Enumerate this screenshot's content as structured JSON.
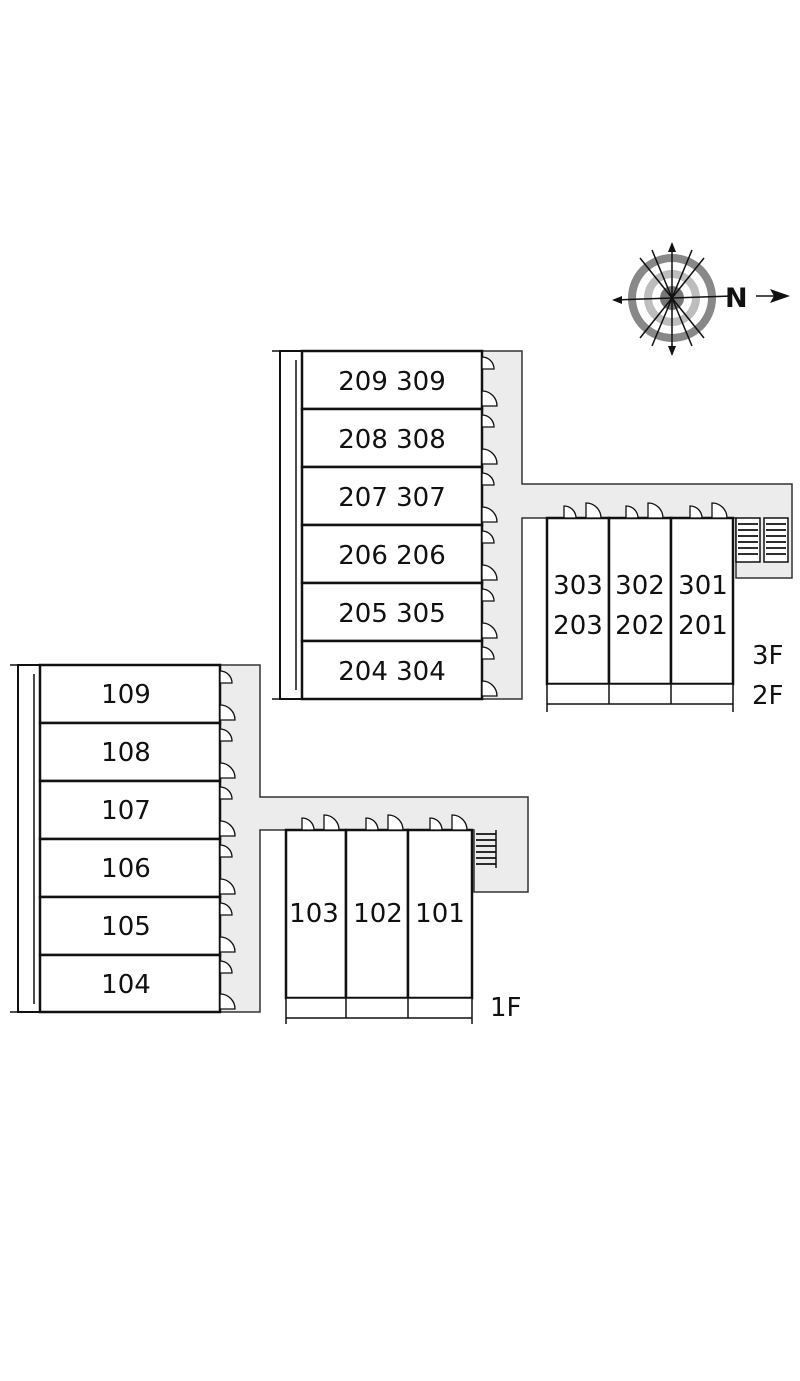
{
  "compass": {
    "north_label": "N",
    "icon": "compass-rose-icon"
  },
  "block_a_upper": {
    "rows": [
      {
        "label": "209 309"
      },
      {
        "label": "208 308"
      },
      {
        "label": "207 307"
      },
      {
        "label": "206 206"
      },
      {
        "label": "205 305"
      },
      {
        "label": "204 304"
      }
    ],
    "side_units": [
      {
        "upper": "303",
        "lower": "203"
      },
      {
        "upper": "302",
        "lower": "202"
      },
      {
        "upper": "301",
        "lower": "201"
      }
    ],
    "floor_labels": [
      "3F",
      "2F"
    ]
  },
  "block_b_ground": {
    "rows": [
      {
        "label": "109"
      },
      {
        "label": "108"
      },
      {
        "label": "107"
      },
      {
        "label": "106"
      },
      {
        "label": "105"
      },
      {
        "label": "104"
      }
    ],
    "side_units": [
      {
        "label": "103"
      },
      {
        "label": "102"
      },
      {
        "label": "101"
      }
    ],
    "floor_labels": [
      "1F"
    ]
  }
}
